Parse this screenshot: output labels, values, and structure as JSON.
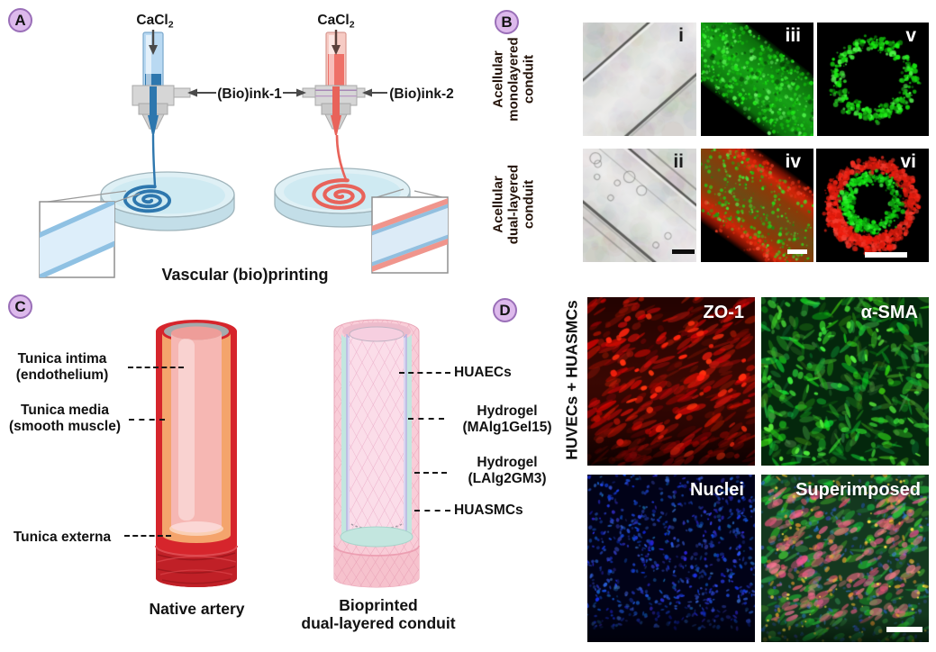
{
  "colors": {
    "badge_fill": "#ddb9ec",
    "badge_border": "#9a6fb8",
    "bioink1_blue": "#2e77ae",
    "bioink2_red": "#e8635a",
    "dish_cyan": "#dff0f5",
    "fluor_green": "#27c627",
    "fluor_red": "#e61e0c",
    "fluor_blue": "#2a3fd4",
    "label_dark": "#111111"
  },
  "panelA": {
    "badge": "A",
    "cacl2_base": "CaCl",
    "cacl2_sub": "2",
    "bioink1": "(Bio)ink-1",
    "bioink2": "(Bio)ink-2",
    "caption": "Vascular (bio)printing"
  },
  "panelB": {
    "badge": "B",
    "row1_label": "Acellular\nmonolayered\nconduit",
    "row2_label": "Acellular\ndual-layered\nconduit",
    "numerals": {
      "i": "i",
      "ii": "ii",
      "iii": "iii",
      "iv": "iv",
      "v": "v",
      "vi": "vi"
    }
  },
  "panelC": {
    "badge": "C",
    "left_labels": [
      {
        "l1": "Tunica intima",
        "l2": "(endothelium)"
      },
      {
        "l1": "Tunica media",
        "l2": "(smooth muscle)"
      },
      {
        "l1": "Tunica externa"
      }
    ],
    "right_labels": [
      {
        "l1": "HUAECs"
      },
      {
        "l1": "Hydrogel",
        "l2": "(MAlg1Gel15)"
      },
      {
        "l1": "Hydrogel",
        "l2": "(LAlg2GM3)"
      },
      {
        "l1": "HUASMCs"
      }
    ],
    "caption_left": "Native artery",
    "caption_right": "Bioprinted\ndual-layered conduit"
  },
  "panelD": {
    "badge": "D",
    "side_label": "HUVECs + HUASMCs",
    "image_labels": [
      "ZO-1",
      "α-SMA",
      "Nuclei",
      "Superimposed"
    ]
  }
}
